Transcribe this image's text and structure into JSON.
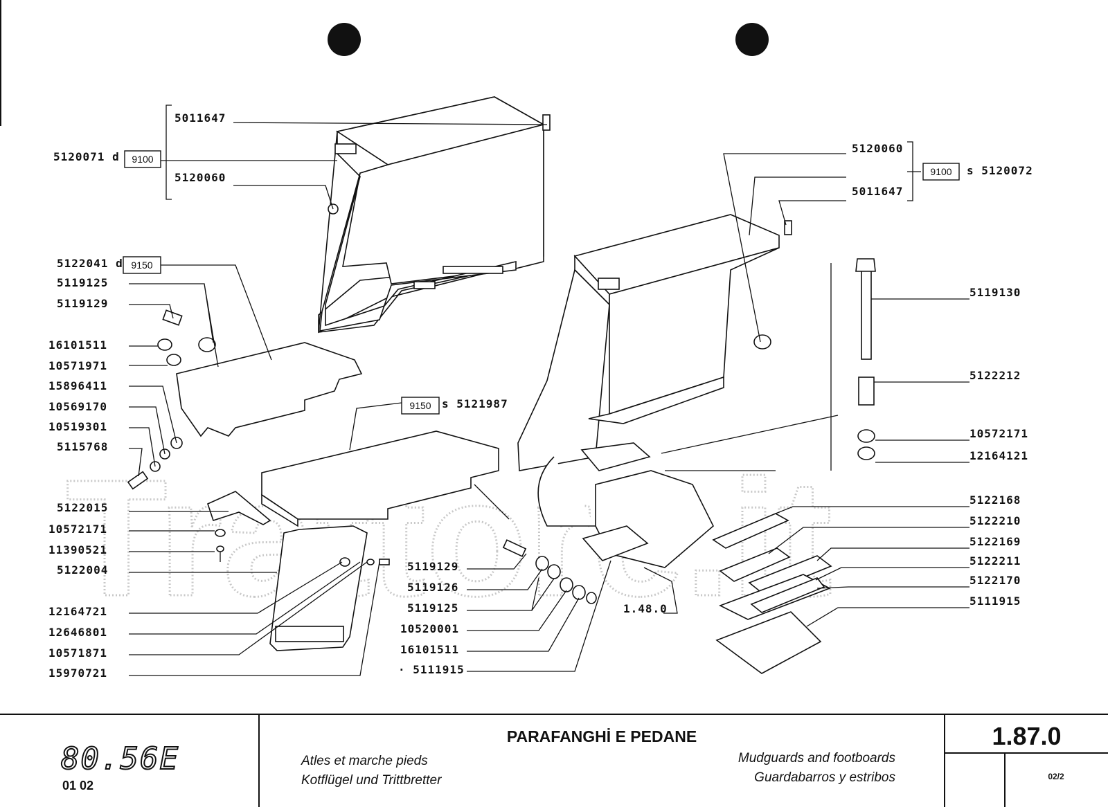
{
  "watermark": "Trattore.it",
  "footer": {
    "model": "80.56E",
    "revision": "01   02",
    "title_it": "PARAFANGHİ E PEDANE",
    "title_fr": "Atles et marche pieds",
    "title_de": "Kotflügel und Trittbretter",
    "title_en": "Mudguards and footboards",
    "title_es": "Guardabarros y estribos",
    "code": "1.87.0",
    "sheet": "02/2"
  },
  "labels_left": [
    "5011647",
    "5120071 d",
    "5120060",
    "5122041 d",
    "5119125",
    "5119129",
    "16101511",
    "10571971",
    "15896411",
    "10569170",
    "10519301",
    "5115768",
    "5122015",
    "10572171",
    "11390521",
    "5122004",
    "12164721",
    "12646801",
    "10571871",
    "15970721"
  ],
  "labels_center": [
    "s 5121987",
    "5119129",
    "5119126",
    "5119125",
    "10520001",
    "16101511",
    "· 5111915",
    "1.48.0"
  ],
  "labels_right": [
    "5120060",
    "s 5120072",
    "5011647",
    "5119130",
    "5122212",
    "10572171",
    "12164121",
    "5122168",
    "5122210",
    "5122169",
    "5122211",
    "5122170",
    "5111915"
  ],
  "boxes": [
    "9100",
    "9150",
    "9150",
    "9100"
  ]
}
